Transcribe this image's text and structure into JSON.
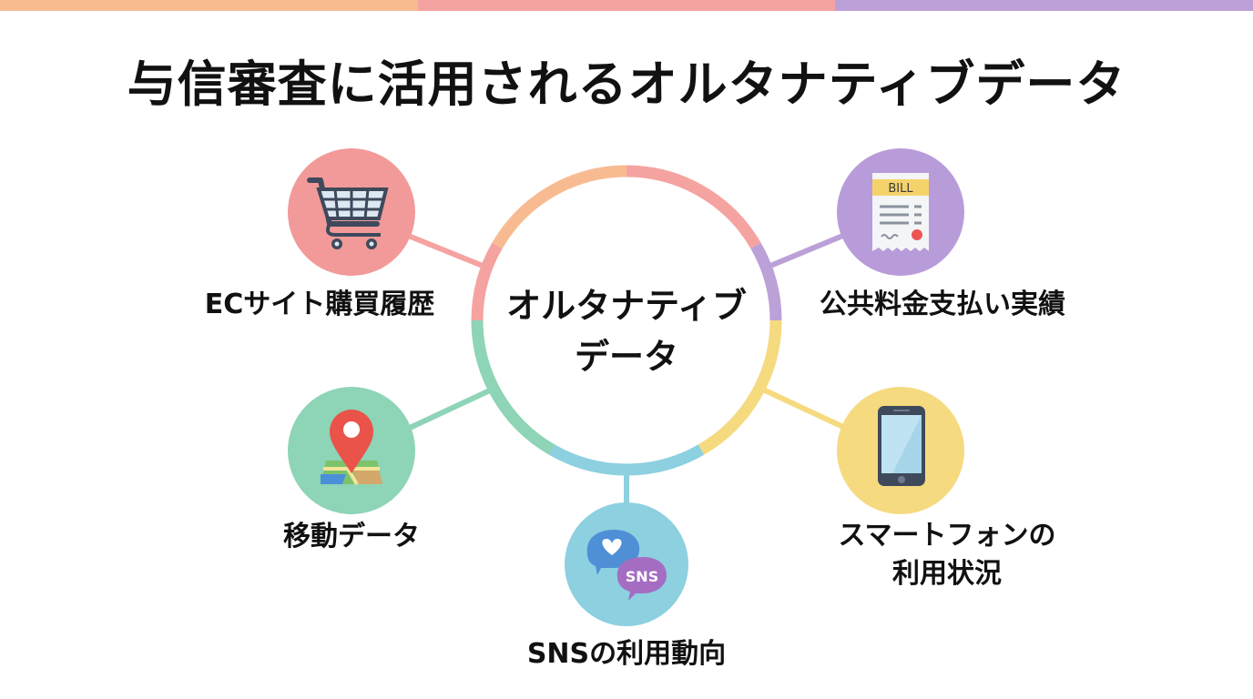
{
  "top_bar": {
    "colors": [
      "#F8BB91",
      "#F5A3A1",
      "#BCA0D8"
    ]
  },
  "title": "与信審査に活用されるオルタナティブデータ",
  "center": {
    "line1": "オルタナティブ",
    "line2": "データ"
  },
  "nodes": [
    {
      "id": "ec",
      "label": "ECサイト購買履歴",
      "icon": "shopping-cart-icon",
      "color": "#F29A99"
    },
    {
      "id": "utility",
      "label": "公共料金支払い実績",
      "icon": "bill-receipt-icon",
      "icon_text": "BILL",
      "color": "#B89CD9"
    },
    {
      "id": "mobility",
      "label": "移動データ",
      "icon": "map-pin-icon",
      "color": "#8ED4B6"
    },
    {
      "id": "sns",
      "label": "SNSの利用動向",
      "icon": "chat-bubbles-icon",
      "icon_text": "SNS",
      "color": "#8DD0E0"
    },
    {
      "id": "smartphone",
      "label_line1": "スマートフォンの",
      "label_line2": "利用状況",
      "icon": "smartphone-icon",
      "color": "#F5DA80"
    }
  ],
  "ring_colors": {
    "orange": "#F8BB91",
    "pink": "#F5A3A1",
    "purple": "#BCA0D8",
    "yellow": "#F5DA80",
    "blue": "#8DD0E0",
    "green": "#8ED4B6"
  }
}
